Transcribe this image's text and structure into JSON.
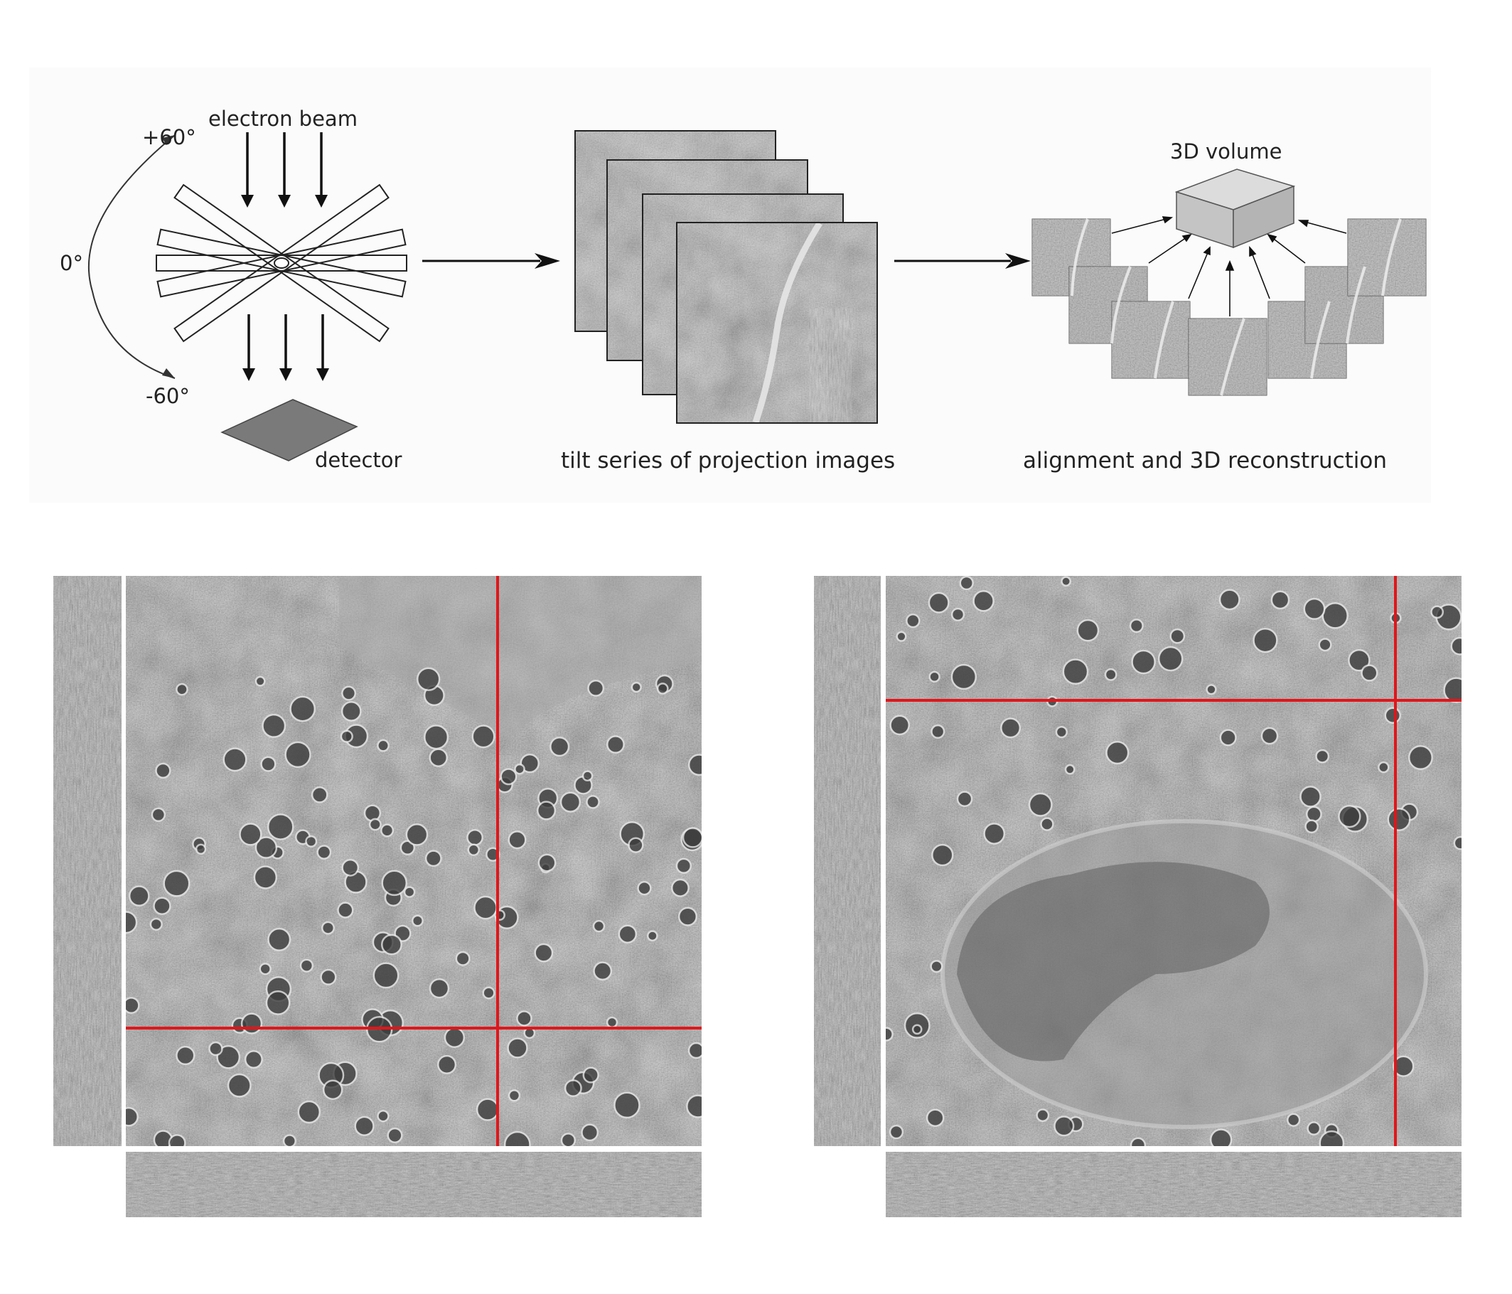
{
  "schematic": {
    "plus_angle": "+60°",
    "zero_angle": "0°",
    "minus_angle": "-60°",
    "beam_label": "electron beam",
    "detector_label": "detector"
  },
  "tilt_series": {
    "caption": "tilt series of projection images"
  },
  "reconstruction": {
    "volume_label": "3D volume",
    "caption": "alignment and 3D reconstruction"
  },
  "colors": {
    "crosshair": "#e1161a",
    "detector": "#7a7a7a",
    "volume": "#d2d2d2"
  }
}
